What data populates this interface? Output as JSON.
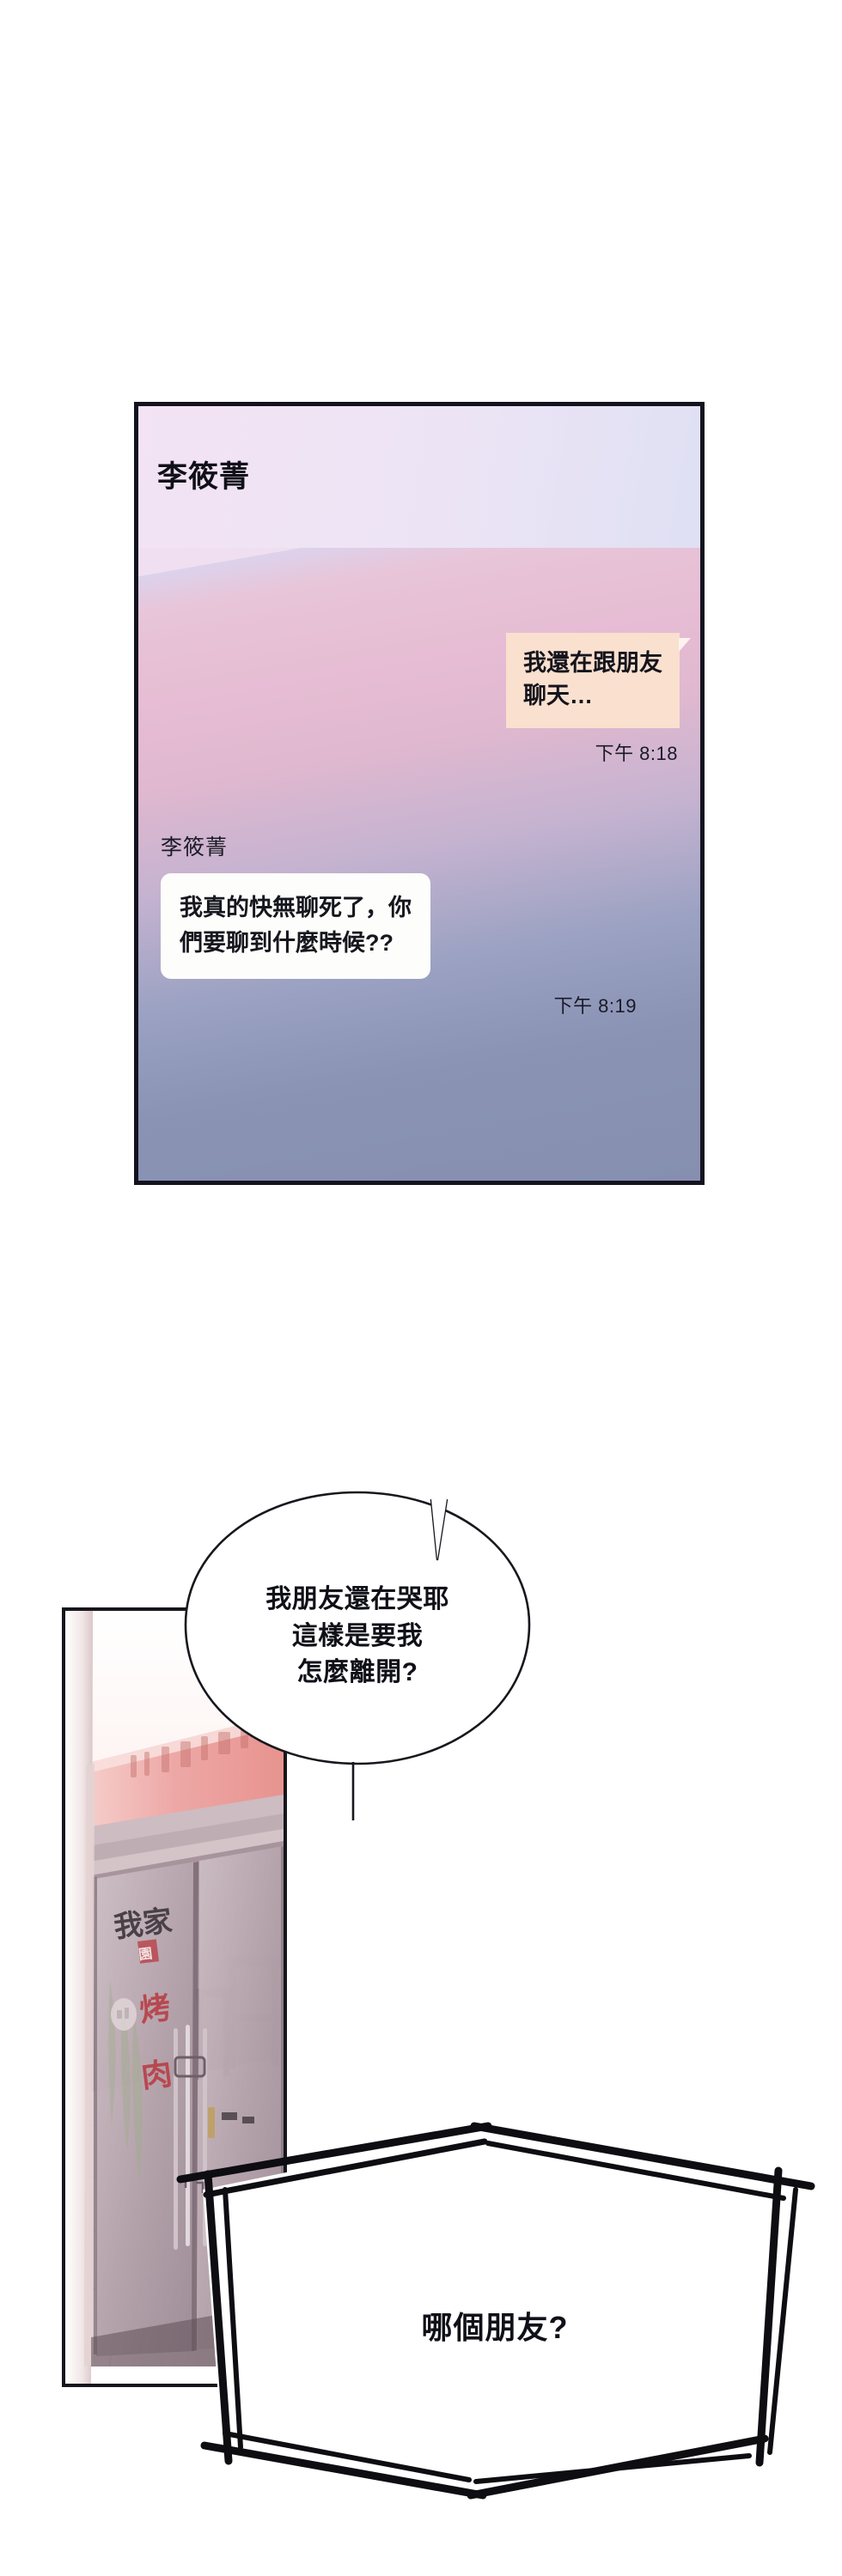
{
  "chat": {
    "header_name": "李筱菁",
    "messages": [
      {
        "direction": "outgoing",
        "text": "我還在跟朋友\n聊天…",
        "timestamp": "下午 8:18"
      },
      {
        "direction": "incoming",
        "sender": "李筱菁",
        "text": "我真的快無聊死了，你\n們要聊到什麼時候??",
        "timestamp": "下午 8:19"
      }
    ],
    "colors": {
      "header_bg": "#f0e2f3",
      "outgoing_bubble": "#fae0cf",
      "incoming_bubble": "#fdfdfb",
      "border": "#13131f",
      "background_top": "#e6bdd4",
      "background_bottom": "#868fb0"
    }
  },
  "scene": {
    "storefront_sign": "我家烤肉",
    "sign_line1": "我家",
    "sign_line2": "烤",
    "sign_line3": "肉",
    "colors": {
      "awning": "#e8a8a8",
      "glass": "#b4a2ab",
      "floor_tile": "#c7b4bb",
      "frame": "#16161c",
      "sign_red": "#b8484f",
      "sign_dark": "#4a4048"
    }
  },
  "bubbles": [
    {
      "shape": "oval",
      "text": "我朋友還在哭耶\n這樣是要我\n怎麼離開?"
    },
    {
      "shape": "jagged-hexagon",
      "text": "哪個朋友?"
    }
  ]
}
